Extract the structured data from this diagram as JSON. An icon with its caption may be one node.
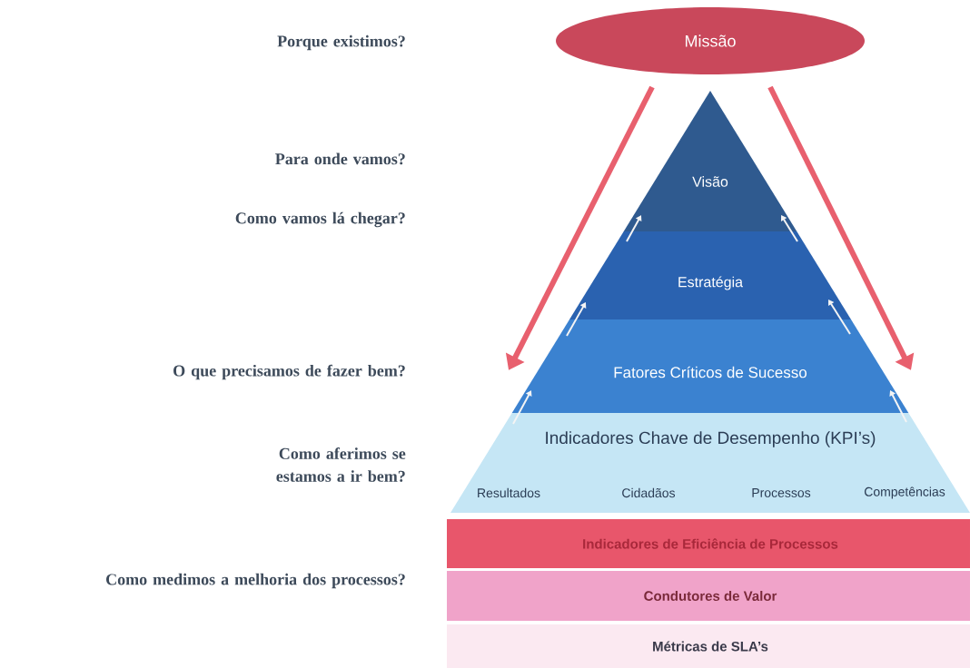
{
  "diagram": {
    "nodes": [
      {
        "text": [
          "Missão"
        ]
      },
      {
        "text": [
          "Visão"
        ]
      },
      {
        "text": [
          "Estratégia"
        ]
      },
      {
        "text": [
          "Fatores Críticos de Sucesso"
        ]
      },
      {
        "text": [
          "Indicadores Chave de Desempenho (KPI’s)",
          "Resultados",
          "Cidadãos",
          "Processos",
          "Competências"
        ]
      },
      {
        "text": [
          "Indicadores de Eficiência de Processos"
        ]
      },
      {
        "text": [
          "Condutores de Valor"
        ]
      },
      {
        "text": [
          "Métricas de SLA’s"
        ]
      }
    ],
    "edges": [
      {
        "from": 0,
        "to": 3,
        "arrow": "to",
        "style": "thick",
        "color": "#e8606e"
      },
      {
        "from": 0,
        "to": 3,
        "arrow": "to",
        "style": "thick",
        "color": "#e8606e"
      },
      {
        "from": 2,
        "to": 1,
        "arrow": "to"
      },
      {
        "from": 2,
        "to": 1,
        "arrow": "to"
      },
      {
        "from": 3,
        "to": 2,
        "arrow": "to"
      },
      {
        "from": 3,
        "to": 2,
        "arrow": "to"
      },
      {
        "from": 4,
        "to": 3,
        "arrow": "to"
      },
      {
        "from": 4,
        "to": 3,
        "arrow": "to"
      }
    ],
    "labels": [
      "Porque existimos?",
      "Para onde vamos?",
      "Como vamos lá chegar?",
      "O que precisamos de fazer bem?",
      "Como aferimos se estamos a ir bem?",
      "Como medimos a melhoria dos processos?"
    ]
  }
}
